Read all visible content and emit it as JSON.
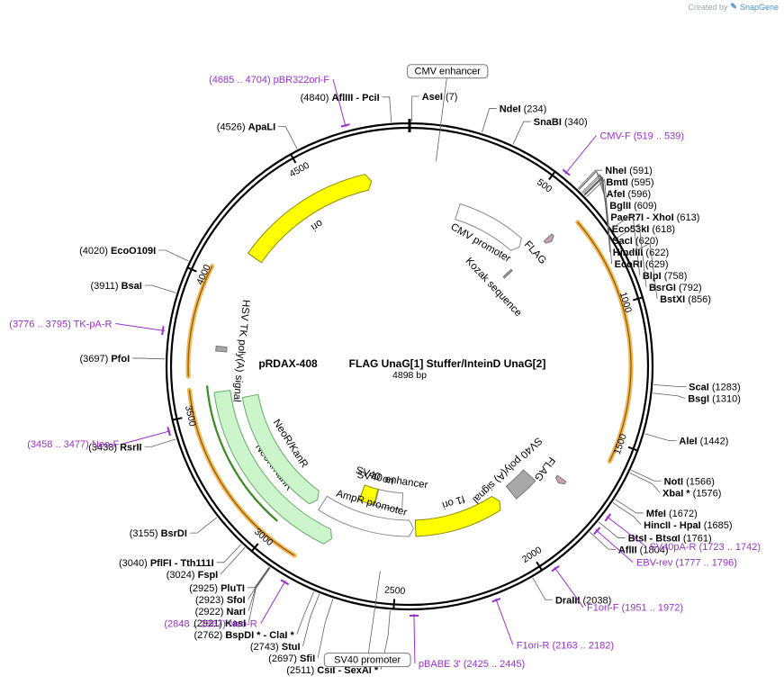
{
  "credit": {
    "prefix": "Created by",
    "brand": "SnapGene",
    "logo_icon": "snapgene-logo-icon"
  },
  "plasmid": {
    "name": "pRDAX-408",
    "description": "FLAG UnaG[1] Stuffer/InteinD UnaG[2]",
    "length": 4898,
    "length_label": "4898 bp"
  },
  "ticks": [
    {
      "pos": 500,
      "label": "500"
    },
    {
      "pos": 1000,
      "label": "1000"
    },
    {
      "pos": 1500,
      "label": "1500"
    },
    {
      "pos": 2000,
      "label": "2000"
    },
    {
      "pos": 2500,
      "label": "2500"
    },
    {
      "pos": 3000,
      "label": "3000"
    },
    {
      "pos": 3500,
      "label": "3500"
    },
    {
      "pos": 4000,
      "label": "4000"
    },
    {
      "pos": 4500,
      "label": "4500"
    }
  ],
  "features": [
    {
      "name": "CMV promoter",
      "start": 235,
      "end": 580,
      "color": "#ffffff",
      "stroke": "#8a8a8a",
      "ring": 3,
      "dir": 1,
      "label": "CMV promoter"
    },
    {
      "name": "FLAG",
      "start": 640,
      "end": 662,
      "color": "#c9a0b8",
      "stroke": "#777777",
      "ring": 2,
      "dir": 1,
      "label": "FLAG"
    },
    {
      "name": "Kozak sequence",
      "start": 630,
      "end": 640,
      "color": "#a0a0a0",
      "stroke": "#777777",
      "ring": 4,
      "dir": 0,
      "label": "Kozak sequence"
    },
    {
      "name": "FLAG",
      "start": 1720,
      "end": 1742,
      "color": "#c9a0b8",
      "stroke": "#777777",
      "ring": 2,
      "dir": 1,
      "label": "FLAG"
    },
    {
      "name": "SV40 poly(A) signal",
      "start": 1800,
      "end": 1920,
      "color": "#a8a8a8",
      "stroke": "#777777",
      "ring": 3,
      "dir": 0,
      "label": "SV40 poly(A) signal"
    },
    {
      "name": "f1 ori",
      "start": 1990,
      "end": 2420,
      "color": "#ffff00",
      "stroke": "#8a8a00",
      "ring": 3,
      "dir": -1,
      "label": "f1 ori"
    },
    {
      "name": "SV40 enhancer",
      "start": 2490,
      "end": 2640,
      "color": "#ffffff",
      "stroke": "#8a8a8a",
      "ring": 4,
      "dir": 0,
      "label": "SV40 enhancer"
    },
    {
      "name": "SV40 ori",
      "start": 2645,
      "end": 2730,
      "color": "#ffff00",
      "stroke": "#8a8a00",
      "ring": 4,
      "dir": 0,
      "label": "SV40 ori"
    },
    {
      "name": "AmpR promoter",
      "start": 2430,
      "end": 2890,
      "color": "#ffffff",
      "stroke": "#8a8a8a",
      "ring": 3,
      "dir": -1,
      "label": "AmpR promoter"
    },
    {
      "name": "NeoR/KanR",
      "start": 2780,
      "end": 3570,
      "color": "#ccf5cc",
      "stroke": "#66aa66",
      "ring": 2,
      "dir": -1,
      "label": "NeoR/KanR"
    },
    {
      "name": "NeoR/KanR",
      "start": 2920,
      "end": 3530,
      "color": "#ccf5cc",
      "stroke": "#66aa66",
      "ring": 3,
      "dir": -1,
      "label": "NeoR/KanR"
    },
    {
      "name": "HSV TK poly(A) signal",
      "start": 3735,
      "end": 3755,
      "color": "#a8a8a8",
      "stroke": "#777777",
      "ring": 2,
      "dir": 0,
      "label": "HSV TK poly(A) signal"
    },
    {
      "name": "ori",
      "start": 4150,
      "end": 4740,
      "color": "#ffff00",
      "stroke": "#8a8a00",
      "ring": 2,
      "dir": 1,
      "label": "ori"
    }
  ],
  "orfs": [
    {
      "start": 672,
      "end": 1570,
      "dir": 1,
      "color": "#f0a830"
    },
    {
      "start": 2875,
      "end": 3590,
      "dir": -1,
      "color": "#f0a830"
    },
    {
      "start": 3638,
      "end": 4040,
      "dir": 1,
      "color": "#f0a830"
    }
  ],
  "green_orf": {
    "start": 3000,
    "end": 3600,
    "dir": -1,
    "color": "#3a8a20"
  },
  "sites": [
    {
      "text": "AseI",
      "pos": "(7)",
      "bp": 7,
      "side": "top"
    },
    {
      "text": "NdeI",
      "pos": "(234)",
      "bp": 234,
      "side": "right"
    },
    {
      "text": "SnaBI",
      "pos": "(340)",
      "bp": 340,
      "side": "right"
    },
    {
      "text": "NheI",
      "pos": "(591)",
      "bp": 591,
      "side": "right"
    },
    {
      "text": "BmtI",
      "pos": "(595)",
      "bp": 595,
      "side": "right"
    },
    {
      "text": "AfeI",
      "pos": "(596)",
      "bp": 596,
      "side": "right"
    },
    {
      "text": "BglII",
      "pos": "(609)",
      "bp": 609,
      "side": "right"
    },
    {
      "text": "PaeR7I  - XhoI",
      "pos": "(613)",
      "bp": 613,
      "side": "right"
    },
    {
      "text": "Eco53kI",
      "pos": "(618)",
      "bp": 618,
      "side": "right"
    },
    {
      "text": "SacI",
      "pos": "(620)",
      "bp": 620,
      "side": "right"
    },
    {
      "text": "HindIII",
      "pos": "(622)",
      "bp": 622,
      "side": "right"
    },
    {
      "text": "EcoRI",
      "pos": "(629)",
      "bp": 629,
      "side": "right"
    },
    {
      "text": "BlpI",
      "pos": "(758)",
      "bp": 758,
      "side": "right"
    },
    {
      "text": "BsrGI",
      "pos": "(792)",
      "bp": 792,
      "side": "right"
    },
    {
      "text": "BstXI",
      "pos": "(856)",
      "bp": 856,
      "side": "right"
    },
    {
      "text": "ScaI",
      "pos": "(1283)",
      "bp": 1283,
      "side": "right"
    },
    {
      "text": "BsgI",
      "pos": "(1310)",
      "bp": 1310,
      "side": "right"
    },
    {
      "text": "AleI",
      "pos": "(1442)",
      "bp": 1442,
      "side": "right"
    },
    {
      "text": "NotI",
      "pos": "(1566)",
      "bp": 1566,
      "side": "right"
    },
    {
      "text": "XbaI *",
      "pos": "(1576)",
      "bp": 1576,
      "side": "right"
    },
    {
      "text": "MfeI",
      "pos": "(1672)",
      "bp": 1672,
      "side": "right"
    },
    {
      "text": "HincII  - HpaI",
      "pos": "(1685)",
      "bp": 1685,
      "side": "right"
    },
    {
      "text": "BtsI  - BtsαI",
      "pos": "(1761)",
      "bp": 1761,
      "side": "right"
    },
    {
      "text": "AflII",
      "pos": "(1804)",
      "bp": 1804,
      "side": "right"
    },
    {
      "text": "DraIII",
      "pos": "(2038)",
      "bp": 2038,
      "side": "right"
    },
    {
      "text": "CsiI  - SexAI *",
      "pos": "(2511)",
      "bp": 2511,
      "side": "left"
    },
    {
      "text": "SfiI",
      "pos": "(2697)",
      "bp": 2697,
      "side": "left"
    },
    {
      "text": "StuI",
      "pos": "(2743)",
      "bp": 2743,
      "side": "left"
    },
    {
      "text": "BspDI *  - ClaI *",
      "pos": "(2762)",
      "bp": 2762,
      "side": "left"
    },
    {
      "text": "KasI",
      "pos": "(2921)",
      "bp": 2921,
      "side": "left"
    },
    {
      "text": "NarI",
      "pos": "(2922)",
      "bp": 2922,
      "side": "left"
    },
    {
      "text": "SfoI",
      "pos": "(2923)",
      "bp": 2923,
      "side": "left"
    },
    {
      "text": "PluTI",
      "pos": "(2925)",
      "bp": 2925,
      "side": "left"
    },
    {
      "text": "FspI",
      "pos": "(3024)",
      "bp": 3024,
      "side": "left"
    },
    {
      "text": "PflFI  - Tth111I",
      "pos": "(3040)",
      "bp": 3040,
      "side": "left"
    },
    {
      "text": "BsrDI",
      "pos": "(3155)",
      "bp": 3155,
      "side": "left"
    },
    {
      "text": "RsrII",
      "pos": "(3438)",
      "bp": 3438,
      "side": "left"
    },
    {
      "text": "PfoI",
      "pos": "(3697)",
      "bp": 3697,
      "side": "left"
    },
    {
      "text": "BsaI",
      "pos": "(3911)",
      "bp": 3911,
      "side": "left"
    },
    {
      "text": "EcoO109I",
      "pos": "(4020)",
      "bp": 4020,
      "side": "left"
    },
    {
      "text": "ApaLI",
      "pos": "(4526)",
      "bp": 4526,
      "side": "left"
    },
    {
      "text": "AflIII  - PciI",
      "pos": "(4840)",
      "bp": 4840,
      "side": "left"
    }
  ],
  "primers": [
    {
      "name": "CMV-F",
      "range": "(519 .. 539)",
      "bp": 530
    },
    {
      "name": "SV40pA-R",
      "range": "(1723 .. 1742)",
      "bp": 1732
    },
    {
      "name": "EBV-rev",
      "range": "(1777 .. 1796)",
      "bp": 1786
    },
    {
      "name": "F1ori-F",
      "range": "(1951 .. 1972)",
      "bp": 1962
    },
    {
      "name": "F1ori-R",
      "range": "(2163 .. 2182)",
      "bp": 2172
    },
    {
      "name": "pBABE 3'",
      "range": "(2425 .. 2445)",
      "bp": 2435
    },
    {
      "name": "Neo-R",
      "range": "(2848 .. 2867)",
      "bp": 2858
    },
    {
      "name": "Neo-F",
      "range": "(3458 .. 3477)",
      "bp": 3468
    },
    {
      "name": "TK-pA-R",
      "range": "(3776 .. 3795)",
      "bp": 3786
    },
    {
      "name": "pBR322ori-F",
      "range": "(4685 .. 4704)",
      "bp": 4695
    }
  ],
  "boxed_labels": [
    {
      "text": "CMV enhancer",
      "bp": 100
    },
    {
      "text": "SV40 promoter",
      "bp": 2560
    }
  ],
  "colors": {
    "primer": "#9a2fd0",
    "backbone": "#000000",
    "orf": "#f0a830",
    "line": "#606060"
  }
}
